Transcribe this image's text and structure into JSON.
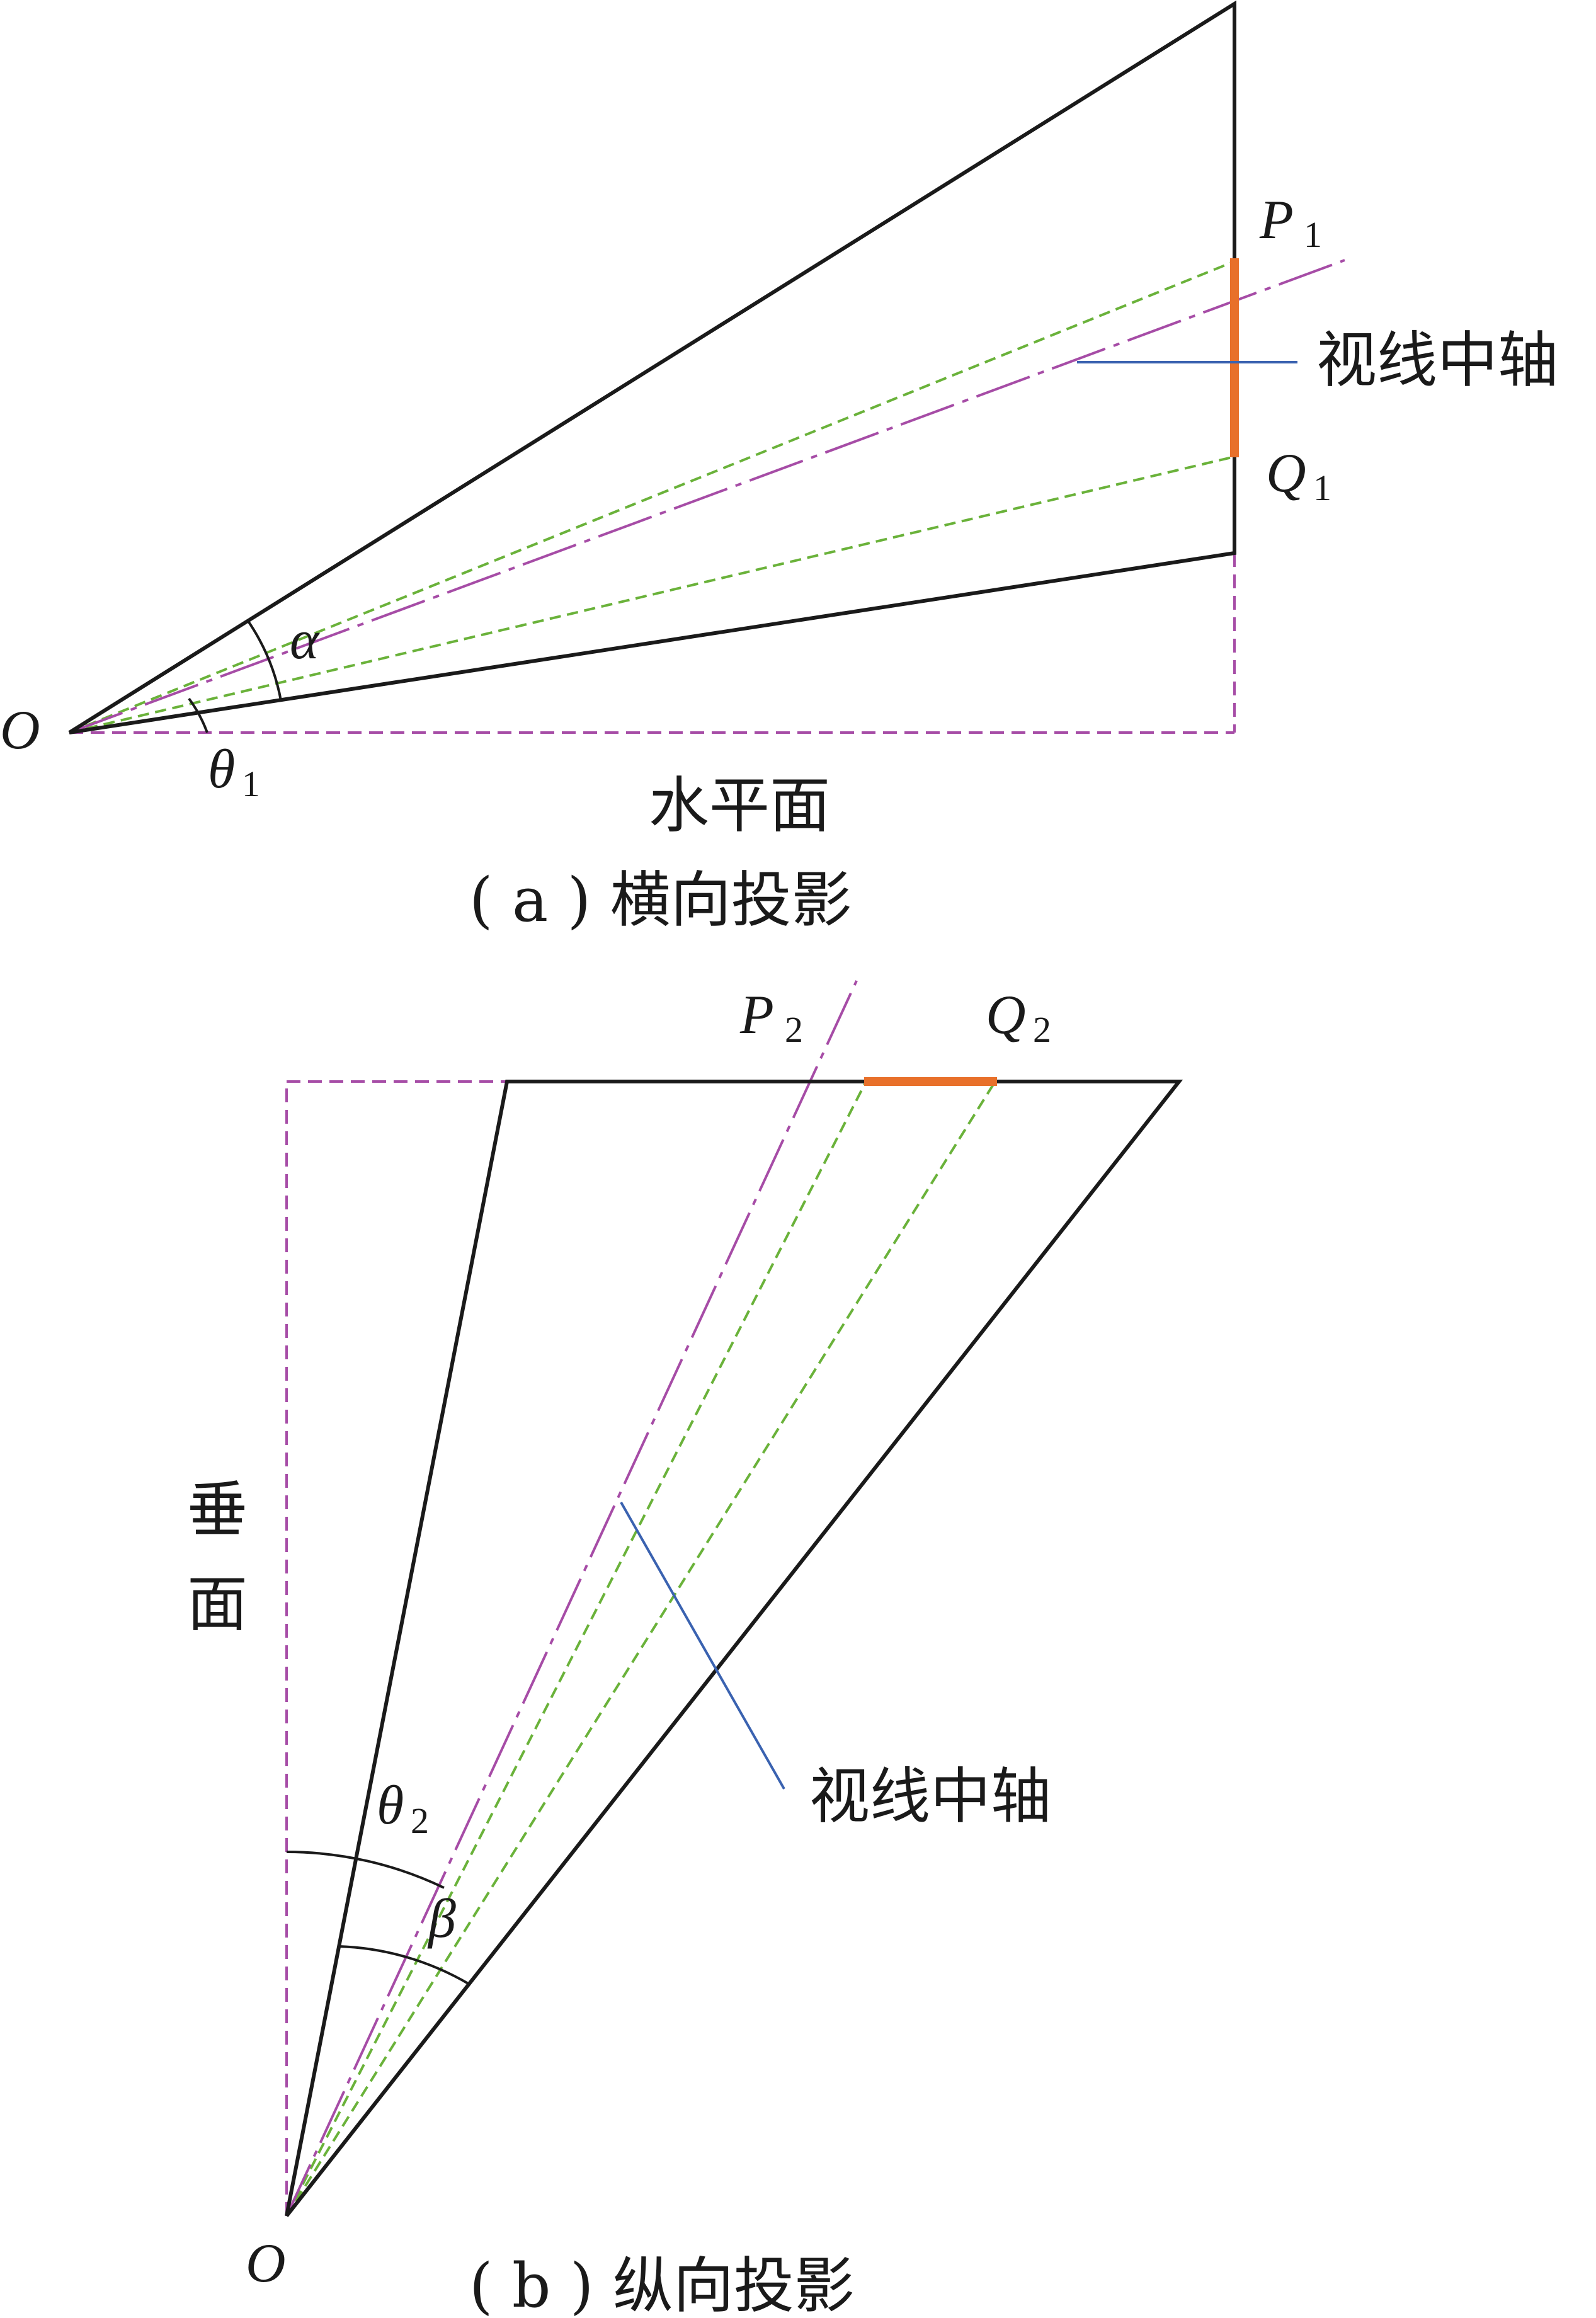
{
  "panel_a": {
    "labels": {
      "origin": "O",
      "p": "P",
      "p_sub": "1",
      "q": "Q",
      "q_sub": "1",
      "alpha": "α",
      "theta": "θ",
      "theta_sub": "1",
      "axis_callout": "视线中轴",
      "horizontal_plane": "水平面"
    },
    "caption": "( a ) 横向投影"
  },
  "panel_b": {
    "labels": {
      "origin": "O",
      "p": "P",
      "p_sub": "2",
      "q": "Q",
      "q_sub": "2",
      "beta": "β",
      "theta": "θ",
      "theta_sub": "2",
      "axis_callout": "视线中轴",
      "vertical_plane_1": "垂",
      "vertical_plane_2": "面"
    },
    "caption": "( b ) 纵向投影"
  },
  "colors": {
    "outline": "#1a1a1a",
    "view_axis": "#a64ca6",
    "boundary_rays": "#6ab23a",
    "reference": "#a64ca6",
    "segment": "#e8702a",
    "callout": "#3a62b0"
  }
}
